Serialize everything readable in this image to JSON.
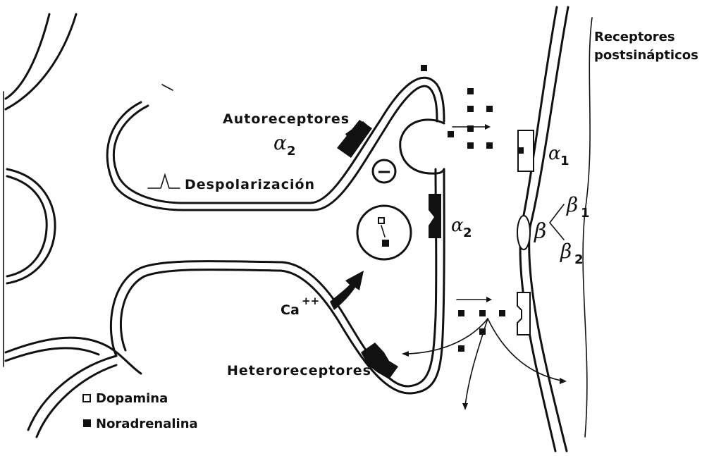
{
  "labels": {
    "postsynaptic_line1": "Receptores",
    "postsynaptic_line2": "postsinápticos",
    "autoreceptors": "Autoreceptores",
    "alpha2_top": "α",
    "alpha2_top_sub": "2",
    "depolarization": "Despolarización",
    "alpha2_mid": "α",
    "alpha2_mid_sub": "2",
    "alpha1": "α",
    "alpha1_sub": "1",
    "beta": "β",
    "beta1": "β",
    "beta1_sub": "1",
    "beta2": "β",
    "beta2_sub": "2",
    "calcium": "Ca",
    "calcium_sup": "++",
    "inhibition_symbol": "−",
    "heteroreceptors": "Heteroreceptores"
  },
  "legend": {
    "dopamine": "Dopamina",
    "noradrenaline": "Noradrenalina"
  },
  "colors": {
    "ink": "#111111",
    "background": "#ffffff"
  }
}
